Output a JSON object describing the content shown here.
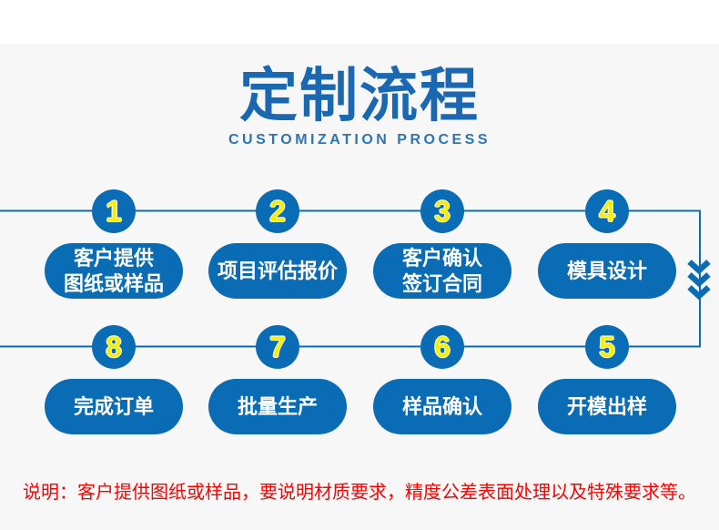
{
  "header": {
    "title": "定制流程",
    "subtitle": "CUSTOMIZATION PROCESS"
  },
  "colors": {
    "primary_blue": "#0a6cb5",
    "title_blue": "#1a68b2",
    "subtitle_blue": "#2e74b2",
    "number_yellow": "#f8ee00",
    "pill_text_white": "#ffffff",
    "note_red": "#fe0000",
    "page_background": "#f7f7f7"
  },
  "flow": {
    "direction_icon": "triple-chevron-down",
    "steps": [
      {
        "number": "1",
        "label": "客户提供\n图纸或样品"
      },
      {
        "number": "2",
        "label": "项目评估报价"
      },
      {
        "number": "3",
        "label": "客户确认\n签订合同"
      },
      {
        "number": "4",
        "label": "模具设计"
      },
      {
        "number": "8",
        "label": "完成订单"
      },
      {
        "number": "7",
        "label": "批量生产"
      },
      {
        "number": "6",
        "label": "样品确认"
      },
      {
        "number": "5",
        "label": "开模出样"
      }
    ]
  },
  "note": {
    "text": "说明：客户提供图纸或样品，要说明材质要求，精度公差表面处理以及特殊要求等。"
  }
}
